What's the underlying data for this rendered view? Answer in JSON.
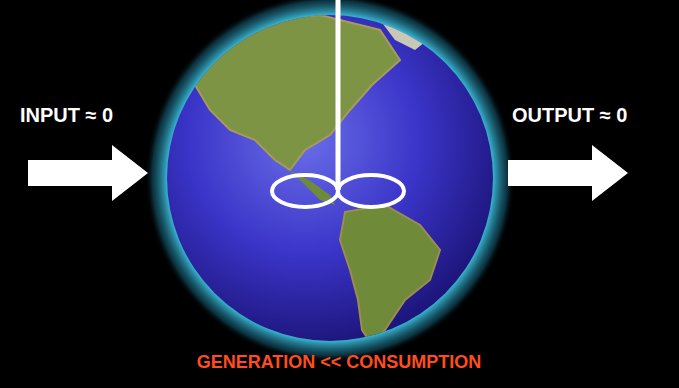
{
  "diagram": {
    "labels": [
      "INPUT ≈ 0",
      "OUTPUT ≈ 0",
      "GENERATION << CONSUMPTION"
    ]
  }
}
